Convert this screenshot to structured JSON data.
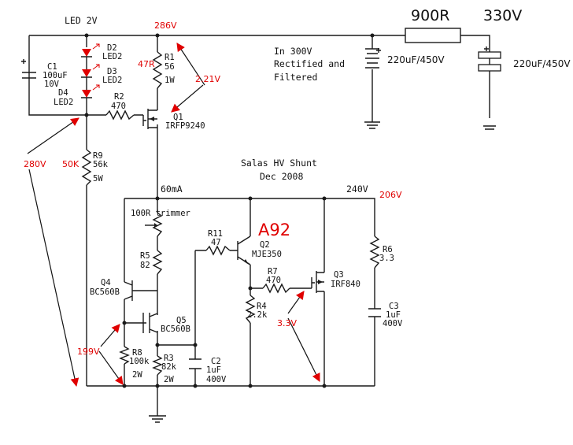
{
  "labels": {
    "led": "LED 2V",
    "v286": "286V",
    "res900": "900R",
    "v330": "330V",
    "input_line1": "In 300V",
    "input_line2": "Rectified and",
    "input_line3": "Filtered",
    "cap_in": "220uF/450V",
    "cap_out": "220uF/450V",
    "c1_name": "C1",
    "c1_val": "100uF",
    "c1_v": "10V",
    "d2_name": "D2",
    "d2_val": "LED2",
    "d3_name": "D3",
    "d3_val": "LED2",
    "d4_name": "D4",
    "d4_val": "LED2",
    "r1_name": "R1",
    "r1_val": "56",
    "r1_w": "1W",
    "r1_note": "47R",
    "v221": "2.21V",
    "r2_name": "R2",
    "r2_val": "470",
    "q1_name": "Q1",
    "q1_val": "IRFP9240",
    "v280": "280V",
    "r9_note": "50K",
    "r9_name": "R9",
    "r9_val": "56k",
    "r9_w": "5W",
    "title1": "Salas HV Shunt",
    "title2": "Dec 2008",
    "i60": "60mA",
    "v240": "240V",
    "v206": "206V",
    "trimmer": "100R trimmer",
    "r11_name": "R11",
    "r11_val": "47",
    "a92": "A92",
    "q2_name": "Q2",
    "q2_val": "MJE350",
    "r6_name": "R6",
    "r6_val": "3.3",
    "r5_name": "R5",
    "r5_val": "82",
    "r7_name": "R7",
    "r7_val": "470",
    "q3_name": "Q3",
    "q3_val": "IRF840",
    "q4_name": "Q4",
    "q4_val": "BC560B",
    "r4_name": "R4",
    "r4_val": "2.2k",
    "v33": "3.3V",
    "c3_name": "C3",
    "c3_val": "1uF",
    "c3_v": "400V",
    "q5_name": "Q5",
    "q5_val": "BC560B",
    "v199": "199V",
    "r8_name": "R8",
    "r8_val": "100k",
    "r8_w": "2W",
    "r3_name": "R3",
    "r3_val": "82k",
    "r3_w": "2W",
    "c2_name": "C2",
    "c2_val": "1uF",
    "c2_v": "400V"
  }
}
